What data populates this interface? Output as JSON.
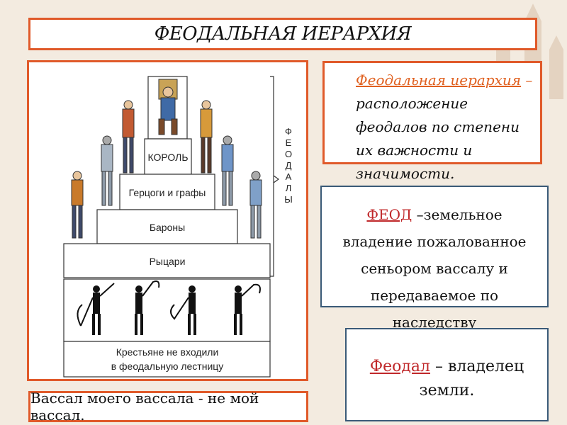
{
  "title": "ФЕОДАЛЬНАЯ ИЕРАРХИЯ",
  "pyramid": {
    "tiers": [
      "КОРОЛЬ",
      "Герцоги и графы",
      "Бароны",
      "Рыцари"
    ],
    "peasants_line1": "Крестьяне не входили",
    "peasants_line2": "в феодальную лестницу",
    "side_label": [
      "Ф",
      "Е",
      "О",
      "Д",
      "А",
      "Л",
      "Ы"
    ]
  },
  "definitions": {
    "hierarchy": {
      "term": "Феодальная иерархия",
      "dash": " –",
      "text": "расположение феодалов по степени их важности и значимости."
    },
    "fief": {
      "term": "ФЕОД",
      "text": " –земельное владение пожалованное сеньором вассалу и передаваемое по наследству"
    },
    "feudal": {
      "term": "Феодал",
      "text": " – владелец земли."
    }
  },
  "quote": "Вассал моего вассала - не мой вассал."
}
